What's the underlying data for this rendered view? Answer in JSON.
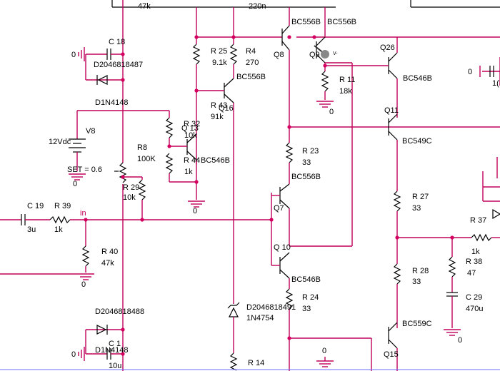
{
  "labels": {
    "r_top": "47k",
    "c_top": "220n",
    "q8_type": "BC556B",
    "q9_type": "BC556B",
    "c18": "C 18",
    "d_top": "D2046818487",
    "ground0_c18": "0",
    "r25": "R 25",
    "r25_val": "9.1k",
    "r4": "R4",
    "r4_val": "270",
    "q16_type": "BC556B",
    "q8": "Q8",
    "q9": "Q9",
    "probe": "V-",
    "q26": "Q26",
    "q26_type": "BC546B",
    "r11": "R 11",
    "r11_val": "18k",
    "gnd_r11": "0",
    "d1n4148_top": "D1N4148",
    "r43": "R 43",
    "q16": "Q16",
    "r43_val": "91k",
    "r32": "R 32",
    "q13": "Q 13",
    "r32_val": "10k",
    "v8": "V8",
    "v8_val": "12Vdc",
    "r8": "R8",
    "r8_val": "100K",
    "r44": "R 44",
    "q13_type": "BC546B",
    "r44_val": "1k",
    "set": "SET = 0.6",
    "gnd_v8": "0",
    "r29": "R 29",
    "r29_val": "10k",
    "gnd_q13": "0",
    "q11": "Q11",
    "q11_type": "BC549C",
    "r23": "R 23",
    "r23_val": "33",
    "q7_type": "BC556B",
    "q7": "Q7",
    "r27": "R 27",
    "r27_val": "33",
    "c19": "C 19",
    "c19_val": "3u",
    "r39": "R 39",
    "r39_val": "1k",
    "in": "in",
    "r40": "R 40",
    "r40_val": "47k",
    "gnd_r40": "0",
    "q10": "Q 10",
    "q10_type": "BC546B",
    "r37": "R 37",
    "r37_val": "1k",
    "r38": "R 38",
    "r38_val": "47",
    "r28": "R 28",
    "r28_val": "33",
    "c29": "C 29",
    "c29_val": "470u",
    "gnd_c29": "0",
    "r24": "R 24",
    "r24_val": "33",
    "d_mid": "D2046818491",
    "d_mid_type": "1N4754",
    "d_bot": "D2046818488",
    "q15_type": "BC559C",
    "c1": "C 1",
    "d1n4148_bot": "D1N4148",
    "c1_val": "10u",
    "gnd_c1": "0",
    "gnd_bottom": "0",
    "r14": "R 14",
    "q15": "Q15",
    "ground0_right": "0",
    "right_cut": "1("
  }
}
